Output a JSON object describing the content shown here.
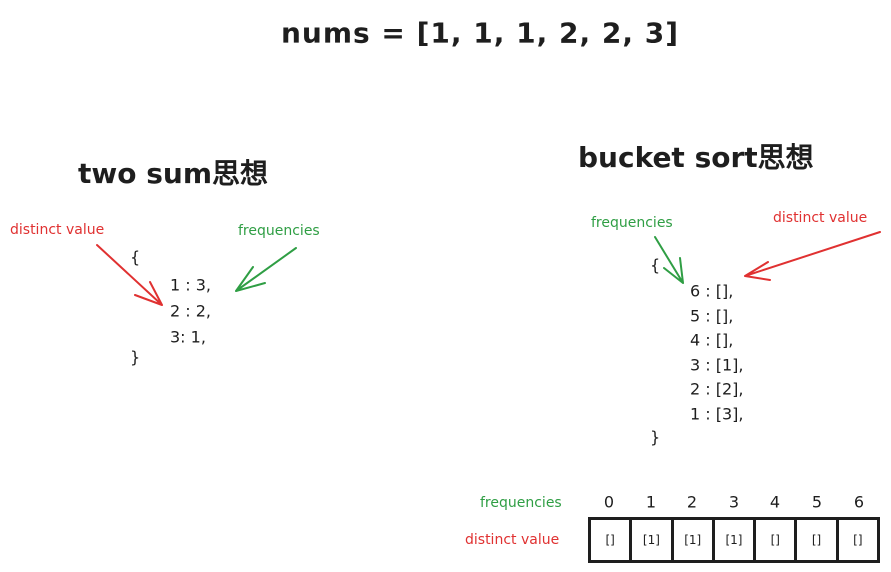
{
  "title": "nums = [1, 1, 1, 2, 2, 3]",
  "left": {
    "heading": "two sum思想",
    "label_distinct": "distinct value",
    "label_freq": "frequencies",
    "open_brace": "{",
    "close_brace": "}",
    "lines": [
      "1 : 3,",
      "2 : 2,",
      "3: 1,"
    ]
  },
  "right": {
    "heading": "bucket sort思想",
    "label_freq": "frequencies",
    "label_distinct": "distinct value",
    "open_brace": "{",
    "close_brace": "}",
    "lines": [
      "6 : [],",
      "5 : [],",
      "4 : [],",
      "3 : [1],",
      "2 : [2],",
      "1 : [3],"
    ]
  },
  "bucket_array": {
    "row_label_index": "frequencies",
    "row_label_values": "distinct value",
    "indices": [
      "0",
      "1",
      "2",
      "3",
      "4",
      "5",
      "6"
    ],
    "cells": [
      "[]",
      "[1]",
      "[1]",
      "[1]",
      "[]",
      "[]",
      "[]"
    ]
  },
  "colors": {
    "red": "#e03131",
    "green": "#2f9e44",
    "ink": "#1e1e1e"
  }
}
